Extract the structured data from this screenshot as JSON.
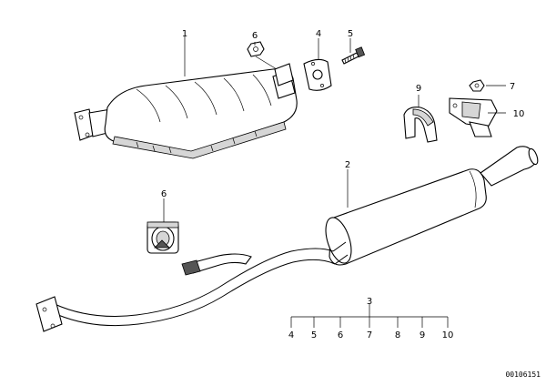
{
  "callouts": {
    "c1": "1",
    "c2": "2",
    "c3": "3",
    "c4": "4",
    "c5": "5",
    "c6a": "6",
    "c6b": "6",
    "c7": "7",
    "c9": "9",
    "c10": "10"
  },
  "kit_row": [
    "4",
    "5",
    "6",
    "7",
    "8",
    "9",
    "10"
  ],
  "reference_number": "00106151"
}
